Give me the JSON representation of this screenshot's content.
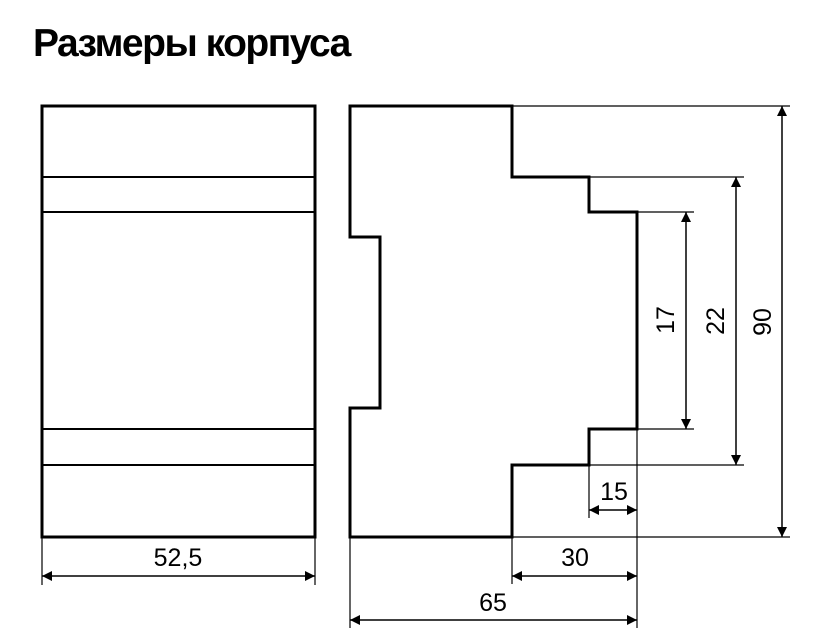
{
  "title": "Размеры корпуса",
  "dimensions": {
    "width": "52,5",
    "depth_total": "65",
    "depth_front": "30",
    "step": "15",
    "height_total": "90",
    "height_mid": "22",
    "height_front": "17"
  },
  "colors": {
    "line": "#000000",
    "background": "#ffffff"
  }
}
